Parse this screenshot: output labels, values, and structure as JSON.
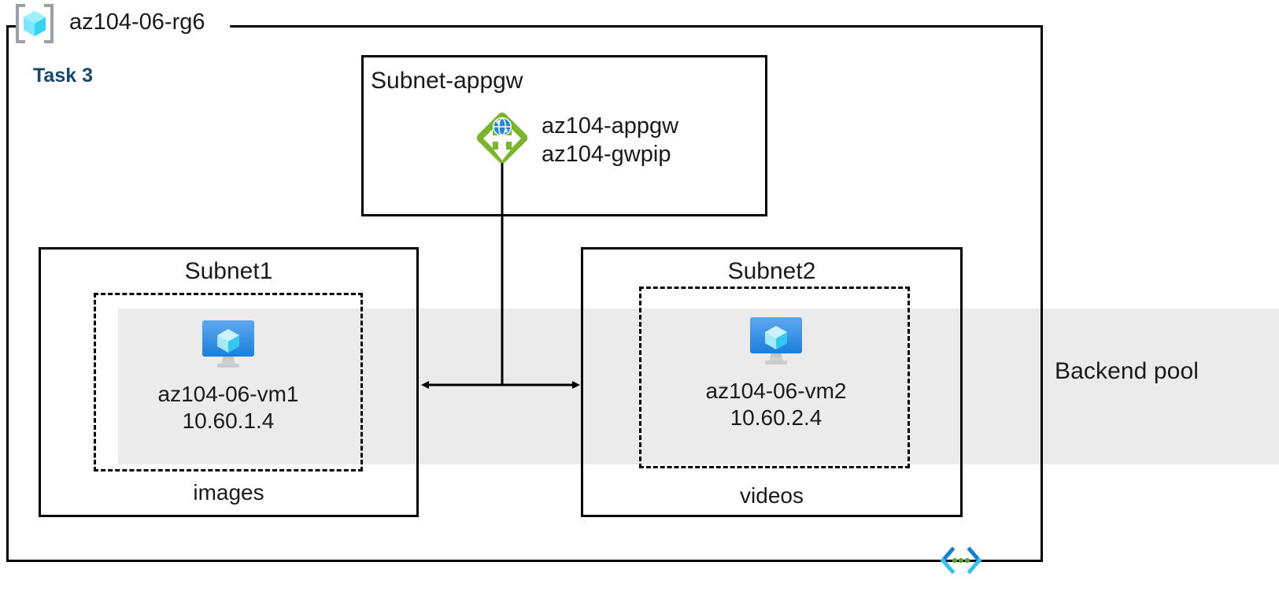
{
  "diagram": {
    "title": "az104-06-rg6",
    "task_label": "Task 3",
    "resource_group_icon": "resource-group-icon",
    "code_icon": "code-brackets-icon",
    "colors": {
      "task_text": "#14496f",
      "backend_band": "#ebebeb",
      "appgw_green": "#7ab629",
      "appgw_globe_blue": "#1f87e0",
      "vm_blue": "#2e8de4",
      "rg_icon_cyan": "#50e6ff",
      "code_icon_blue": "#0f7fd4",
      "code_icon_cyan": "#32c4f0",
      "code_icon_green": "#5ca32b",
      "border": "#000000"
    }
  },
  "backend_pool": {
    "label": "Backend pool"
  },
  "subnets": [
    {
      "id": "appgw",
      "title": "Subnet-appgw",
      "node": {
        "icon": "application-gateway-icon",
        "lines": [
          "az104-appgw",
          "az104-gwpip"
        ]
      }
    },
    {
      "id": "subnet1",
      "title": "Subnet1",
      "footer": "images",
      "vm": {
        "icon": "virtual-machine-icon",
        "name": "az104-06-vm1",
        "ip": "10.60.1.4"
      }
    },
    {
      "id": "subnet2",
      "title": "Subnet2",
      "footer": "videos",
      "vm": {
        "icon": "virtual-machine-icon",
        "name": "az104-06-vm2",
        "ip": "10.60.2.4"
      }
    }
  ]
}
